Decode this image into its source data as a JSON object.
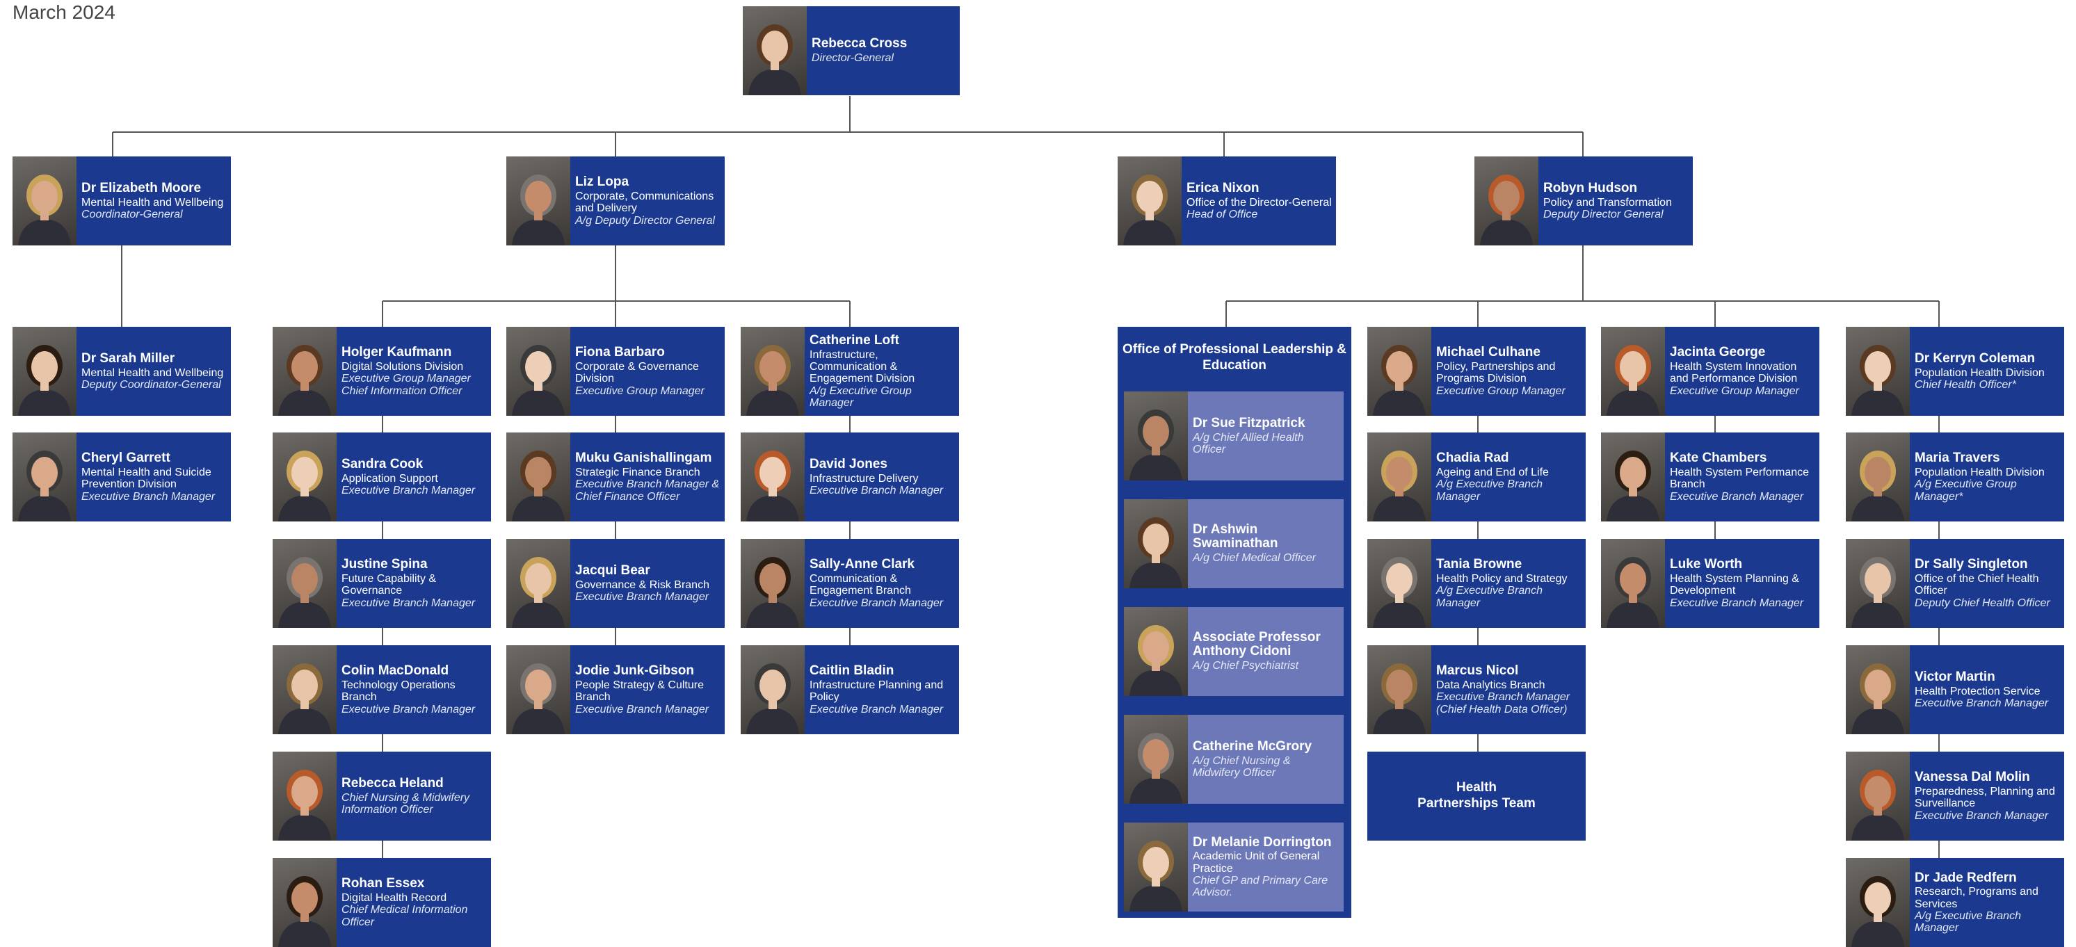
{
  "date": "March 2024",
  "director": {
    "name": "Rebecca Cross",
    "role": "Director-General"
  },
  "level1": [
    {
      "name": "Dr Elizabeth Moore",
      "unit": "Mental Health and Wellbeing",
      "role": "Coordinator-General"
    },
    {
      "name": "Liz Lopa",
      "unit": "Corporate, Communications and Delivery",
      "role": "A/g Deputy Director General"
    },
    {
      "name": "Erica Nixon",
      "unit": "Office of the Director-General",
      "role": "Head of Office"
    },
    {
      "name": "Robyn Hudson",
      "unit": "Policy and Transformation",
      "role": "Deputy Director General"
    }
  ],
  "mh_col": [
    {
      "name": "Dr Sarah Miller",
      "unit": "Mental Health and Wellbeing",
      "role": "Deputy Coordinator-General"
    },
    {
      "name": "Cheryl Garrett",
      "unit": "Mental Health and Suicide Prevention Division",
      "role": "Executive Branch Manager"
    }
  ],
  "ccd_col1": [
    {
      "name": "Holger Kaufmann",
      "unit": "Digital Solutions Division",
      "role": "Executive Group Manager\nChief Information Officer"
    },
    {
      "name": "Sandra Cook",
      "unit": "Application Support",
      "role": "Executive Branch Manager"
    },
    {
      "name": "Justine Spina",
      "unit": "Future Capability & Governance",
      "role": "Executive Branch Manager"
    },
    {
      "name": "Colin MacDonald",
      "unit": "Technology Operations Branch",
      "role": "Executive Branch Manager"
    },
    {
      "name": "Rebecca Heland",
      "unit": "",
      "role": "Chief Nursing & Midwifery Information Officer"
    },
    {
      "name": "Rohan Essex",
      "unit": "Digital Health Record",
      "role": "Chief Medical Information Officer"
    }
  ],
  "ccd_col2": [
    {
      "name": "Fiona Barbaro",
      "unit": "Corporate & Governance Division",
      "role": "Executive Group Manager"
    },
    {
      "name": "Muku Ganishallingam",
      "unit": "Strategic Finance Branch",
      "role": "Executive Branch Manager &\nChief Finance Officer"
    },
    {
      "name": "Jacqui Bear",
      "unit": "Governance & Risk Branch",
      "role": "Executive Branch Manager"
    },
    {
      "name": "Jodie Junk-Gibson",
      "unit": "People Strategy & Culture Branch",
      "role": "Executive Branch Manager"
    }
  ],
  "ccd_col3": [
    {
      "name": "Catherine Loft",
      "unit": "Infrastructure, Communication & Engagement Division",
      "role": "A/g Executive Group Manager"
    },
    {
      "name": "David Jones",
      "unit": "Infrastructure Delivery",
      "role": "Executive Branch Manager"
    },
    {
      "name": "Sally-Anne Clark",
      "unit": "Communication & Engagement Branch",
      "role": "Executive Branch Manager"
    },
    {
      "name": "Caitlin Bladin",
      "unit": "Infrastructure Planning and Policy",
      "role": "Executive Branch Manager"
    }
  ],
  "opl": {
    "title": "Office of Professional Leadership & Education",
    "members": [
      {
        "name": "Dr Sue Fitzpatrick",
        "unit": "",
        "role": "A/g Chief Allied Health Officer"
      },
      {
        "name": "Dr Ashwin Swaminathan",
        "unit": "",
        "role": "A/g Chief Medical Officer"
      },
      {
        "name": "Associate Professor Anthony Cidoni",
        "unit": "",
        "role": "A/g Chief Psychiatrist"
      },
      {
        "name": "Catherine McGrory",
        "unit": "",
        "role": "A/g Chief Nursing & Midwifery Officer"
      },
      {
        "name": "Dr Melanie Dorrington",
        "unit": "Academic Unit of General Practice",
        "role": "Chief GP and Primary Care Advisor."
      }
    ]
  },
  "pt_col1": [
    {
      "name": "Michael Culhane",
      "unit": "Policy, Partnerships and Programs Division",
      "role": "Executive Group Manager"
    },
    {
      "name": "Chadia Rad",
      "unit": "Ageing and End of Life",
      "role": "A/g Executive Branch Manager"
    },
    {
      "name": "Tania Browne",
      "unit": "Health Policy and Strategy",
      "role": "A/g Executive Branch Manager"
    },
    {
      "name": "Marcus Nicol",
      "unit": "Data Analytics Branch",
      "role": "Executive Branch Manager\n(Chief Health Data Officer)"
    }
  ],
  "team_box": "Health\nPartnerships Team",
  "pt_col2": [
    {
      "name": "Jacinta George",
      "unit": "Health System Innovation and Performance Division",
      "role": "Executive Group Manager"
    },
    {
      "name": "Kate Chambers",
      "unit": "Health System Performance Branch",
      "role": "Executive Branch Manager"
    },
    {
      "name": "Luke Worth",
      "unit": "Health System Planning & Development",
      "role": "Executive Branch Manager"
    }
  ],
  "pt_col3": [
    {
      "name": "Dr Kerryn Coleman",
      "unit": "Population Health Division",
      "role": "Chief Health Officer*"
    },
    {
      "name": "Maria Travers",
      "unit": "Population Health Division",
      "role": "A/g Executive Group Manager*"
    },
    {
      "name": "Dr Sally Singleton",
      "unit": "Office of the Chief Health Officer",
      "role": "Deputy Chief Health Officer"
    },
    {
      "name": "Victor Martin",
      "unit": "Health Protection Service",
      "role": "Executive Branch Manager"
    },
    {
      "name": "Vanessa Dal Molin",
      "unit": "Preparedness, Planning and Surveillance",
      "role": "Executive Branch Manager"
    },
    {
      "name": "Dr Jade Redfern",
      "unit": "Research, Programs and Services",
      "role": "A/g Executive Branch Manager"
    }
  ]
}
